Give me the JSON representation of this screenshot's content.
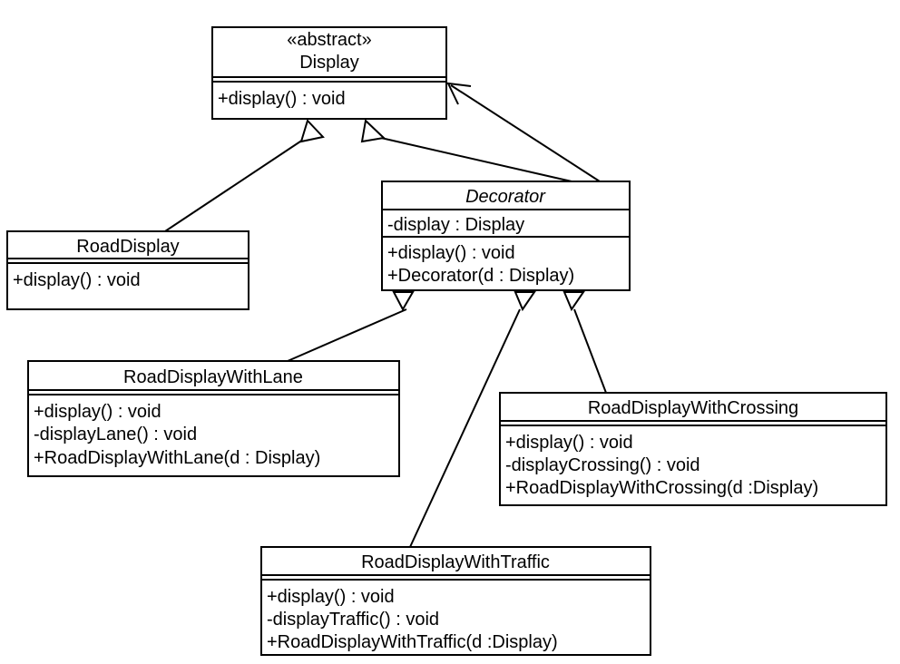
{
  "diagram": {
    "title": "Decorator pattern class diagram",
    "notation": "UML class diagram",
    "stroke_color": "#000000",
    "background_color": "#ffffff",
    "classes": [
      {
        "id": "display",
        "stereotype": "«abstract»",
        "name": "Display",
        "name_style": "normal",
        "attributes": [],
        "operations": [
          "+display() : void"
        ],
        "has_empty_trailing_compartment": false
      },
      {
        "id": "decorator",
        "stereotype": "",
        "name": "Decorator",
        "name_style": "italic",
        "attributes": [
          "-display : Display"
        ],
        "operations": [
          "+display() : void",
          "+Decorator(d : Display)"
        ],
        "has_empty_trailing_compartment": false
      },
      {
        "id": "roaddisplay",
        "stereotype": "",
        "name": "RoadDisplay",
        "name_style": "normal",
        "attributes": [],
        "operations": [
          "+display() : void"
        ],
        "has_empty_trailing_compartment": true
      },
      {
        "id": "roaddisplaywithlane",
        "stereotype": "",
        "name": "RoadDisplayWithLane",
        "name_style": "normal",
        "attributes": [],
        "operations": [
          "+display() : void",
          "-displayLane() : void",
          "+RoadDisplayWithLane(d : Display)"
        ],
        "has_empty_trailing_compartment": false
      },
      {
        "id": "roaddisplaywithcrossing",
        "stereotype": "",
        "name": "RoadDisplayWithCrossing",
        "name_style": "normal",
        "attributes": [],
        "operations": [
          "+display() : void",
          "-displayCrossing() : void",
          "+RoadDisplayWithCrossing(d :Display)"
        ],
        "has_empty_trailing_compartment": false
      },
      {
        "id": "roaddisplaywithtraffic",
        "stereotype": "",
        "name": "RoadDisplayWithTraffic",
        "name_style": "normal",
        "attributes": [],
        "operations": [
          "+display() : void",
          "-displayTraffic() : void",
          "+RoadDisplayWithTraffic(d :Display)"
        ],
        "has_empty_trailing_compartment": false
      }
    ],
    "relationships": [
      {
        "from": "RoadDisplay",
        "to": "Display",
        "type": "generalization"
      },
      {
        "from": "Decorator",
        "to": "Display",
        "type": "generalization"
      },
      {
        "from": "Decorator",
        "to": "Display",
        "type": "association"
      },
      {
        "from": "RoadDisplayWithLane",
        "to": "Decorator",
        "type": "generalization"
      },
      {
        "from": "RoadDisplayWithTraffic",
        "to": "Decorator",
        "type": "generalization"
      },
      {
        "from": "RoadDisplayWithCrossing",
        "to": "Decorator",
        "type": "generalization"
      }
    ]
  }
}
